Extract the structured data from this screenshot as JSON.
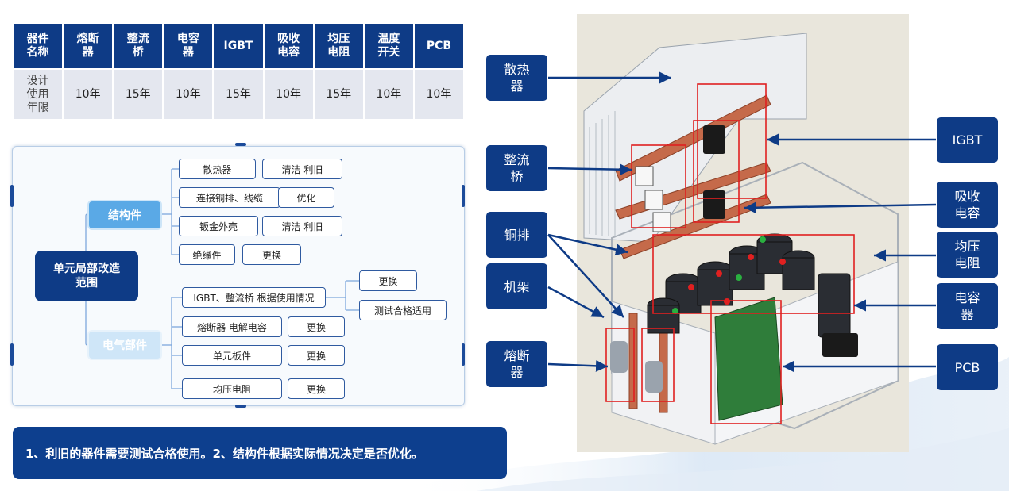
{
  "table": {
    "headers": [
      "器件\n名称",
      "熔断\n器",
      "整流\n桥",
      "电容\n器",
      "IGBT",
      "吸收\n电容",
      "均压\n电阻",
      "温度\n开关",
      "PCB"
    ],
    "row_label": "设计\n使用\n年限",
    "values": [
      "10年",
      "15年",
      "10年",
      "15年",
      "10年",
      "15年",
      "10年",
      "10年"
    ]
  },
  "mindmap": {
    "root": "单元局部改造\n范围",
    "structure": {
      "label": "结构件",
      "items": [
        {
          "name": "散热器",
          "action": "清洁 利旧"
        },
        {
          "name": "连接铜排、线缆",
          "action": "优化"
        },
        {
          "name": "钣金外壳",
          "action": "清洁 利旧"
        },
        {
          "name": "绝缘件",
          "action": "更换"
        }
      ]
    },
    "electrical": {
      "label": "电气部件",
      "igbt_item": "IGBT、整流桥 根据使用情况",
      "igbt_actions": [
        "更换",
        "测试合格适用"
      ],
      "items": [
        {
          "name": "熔断器 电解电容",
          "action": "更换"
        },
        {
          "name": "单元板件",
          "action": "更换"
        },
        {
          "name": "均压电阻",
          "action": "更换"
        }
      ]
    }
  },
  "banner": "1、利旧的器件需要测试合格使用。2、结构件根据实际情况决定是否优化。",
  "callouts": {
    "heatsink": "散热\n器",
    "rectifier": "整流\n桥",
    "busbar": "铜排",
    "frame": "机架",
    "fuse": "熔断\n器",
    "igbt": "IGBT",
    "snubber": "吸收\n电容",
    "resistor": "均压\n电阻",
    "capacitor": "电容\n器",
    "pcb": "PCB"
  },
  "colors": {
    "navy": "#0e3b86",
    "light_blue": "#5aa9e6",
    "highlight_red": "#e02020"
  }
}
